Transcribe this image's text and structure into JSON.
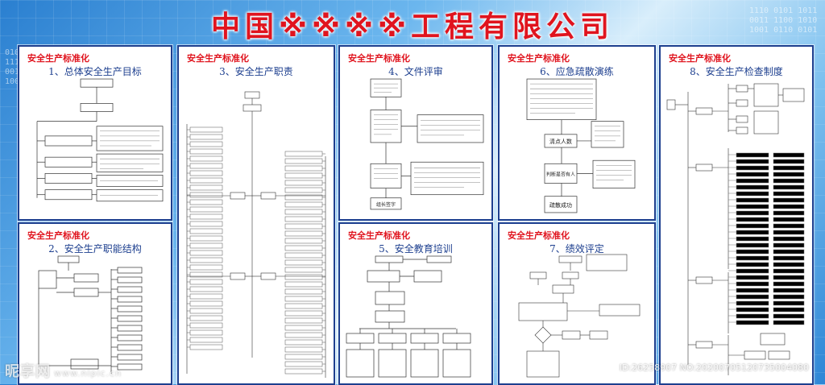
{
  "title": "中国※※※※工程有限公司",
  "panel_header": "安全生产标准化",
  "panels": [
    {
      "id": "p1",
      "title": "1、总体安全生产目标"
    },
    {
      "id": "p2",
      "title": "2、安全生产职能结构"
    },
    {
      "id": "p3",
      "title": "3、安全生产职责"
    },
    {
      "id": "p4",
      "title": "4、文件评审"
    },
    {
      "id": "p5",
      "title": "5、安全教育培训"
    },
    {
      "id": "p6",
      "title": "6、应急疏散演练"
    },
    {
      "id": "p7",
      "title": "7、绩效评定"
    },
    {
      "id": "p8",
      "title": "8、安全生产检查制度"
    }
  ],
  "p6_nodes": {
    "count": "清点人数",
    "judge": "判断是否有人",
    "success": "疏散成功"
  },
  "p4_nodes": {
    "end": "组长签字"
  },
  "watermark": {
    "brand": "昵享网",
    "url": "www.nipic.cn",
    "id": "ID:26258907 NO:20200705120735004080"
  },
  "colors": {
    "title_red": "#e0141e",
    "panel_border": "#1d3f8f",
    "header_red": "#e0141e"
  }
}
